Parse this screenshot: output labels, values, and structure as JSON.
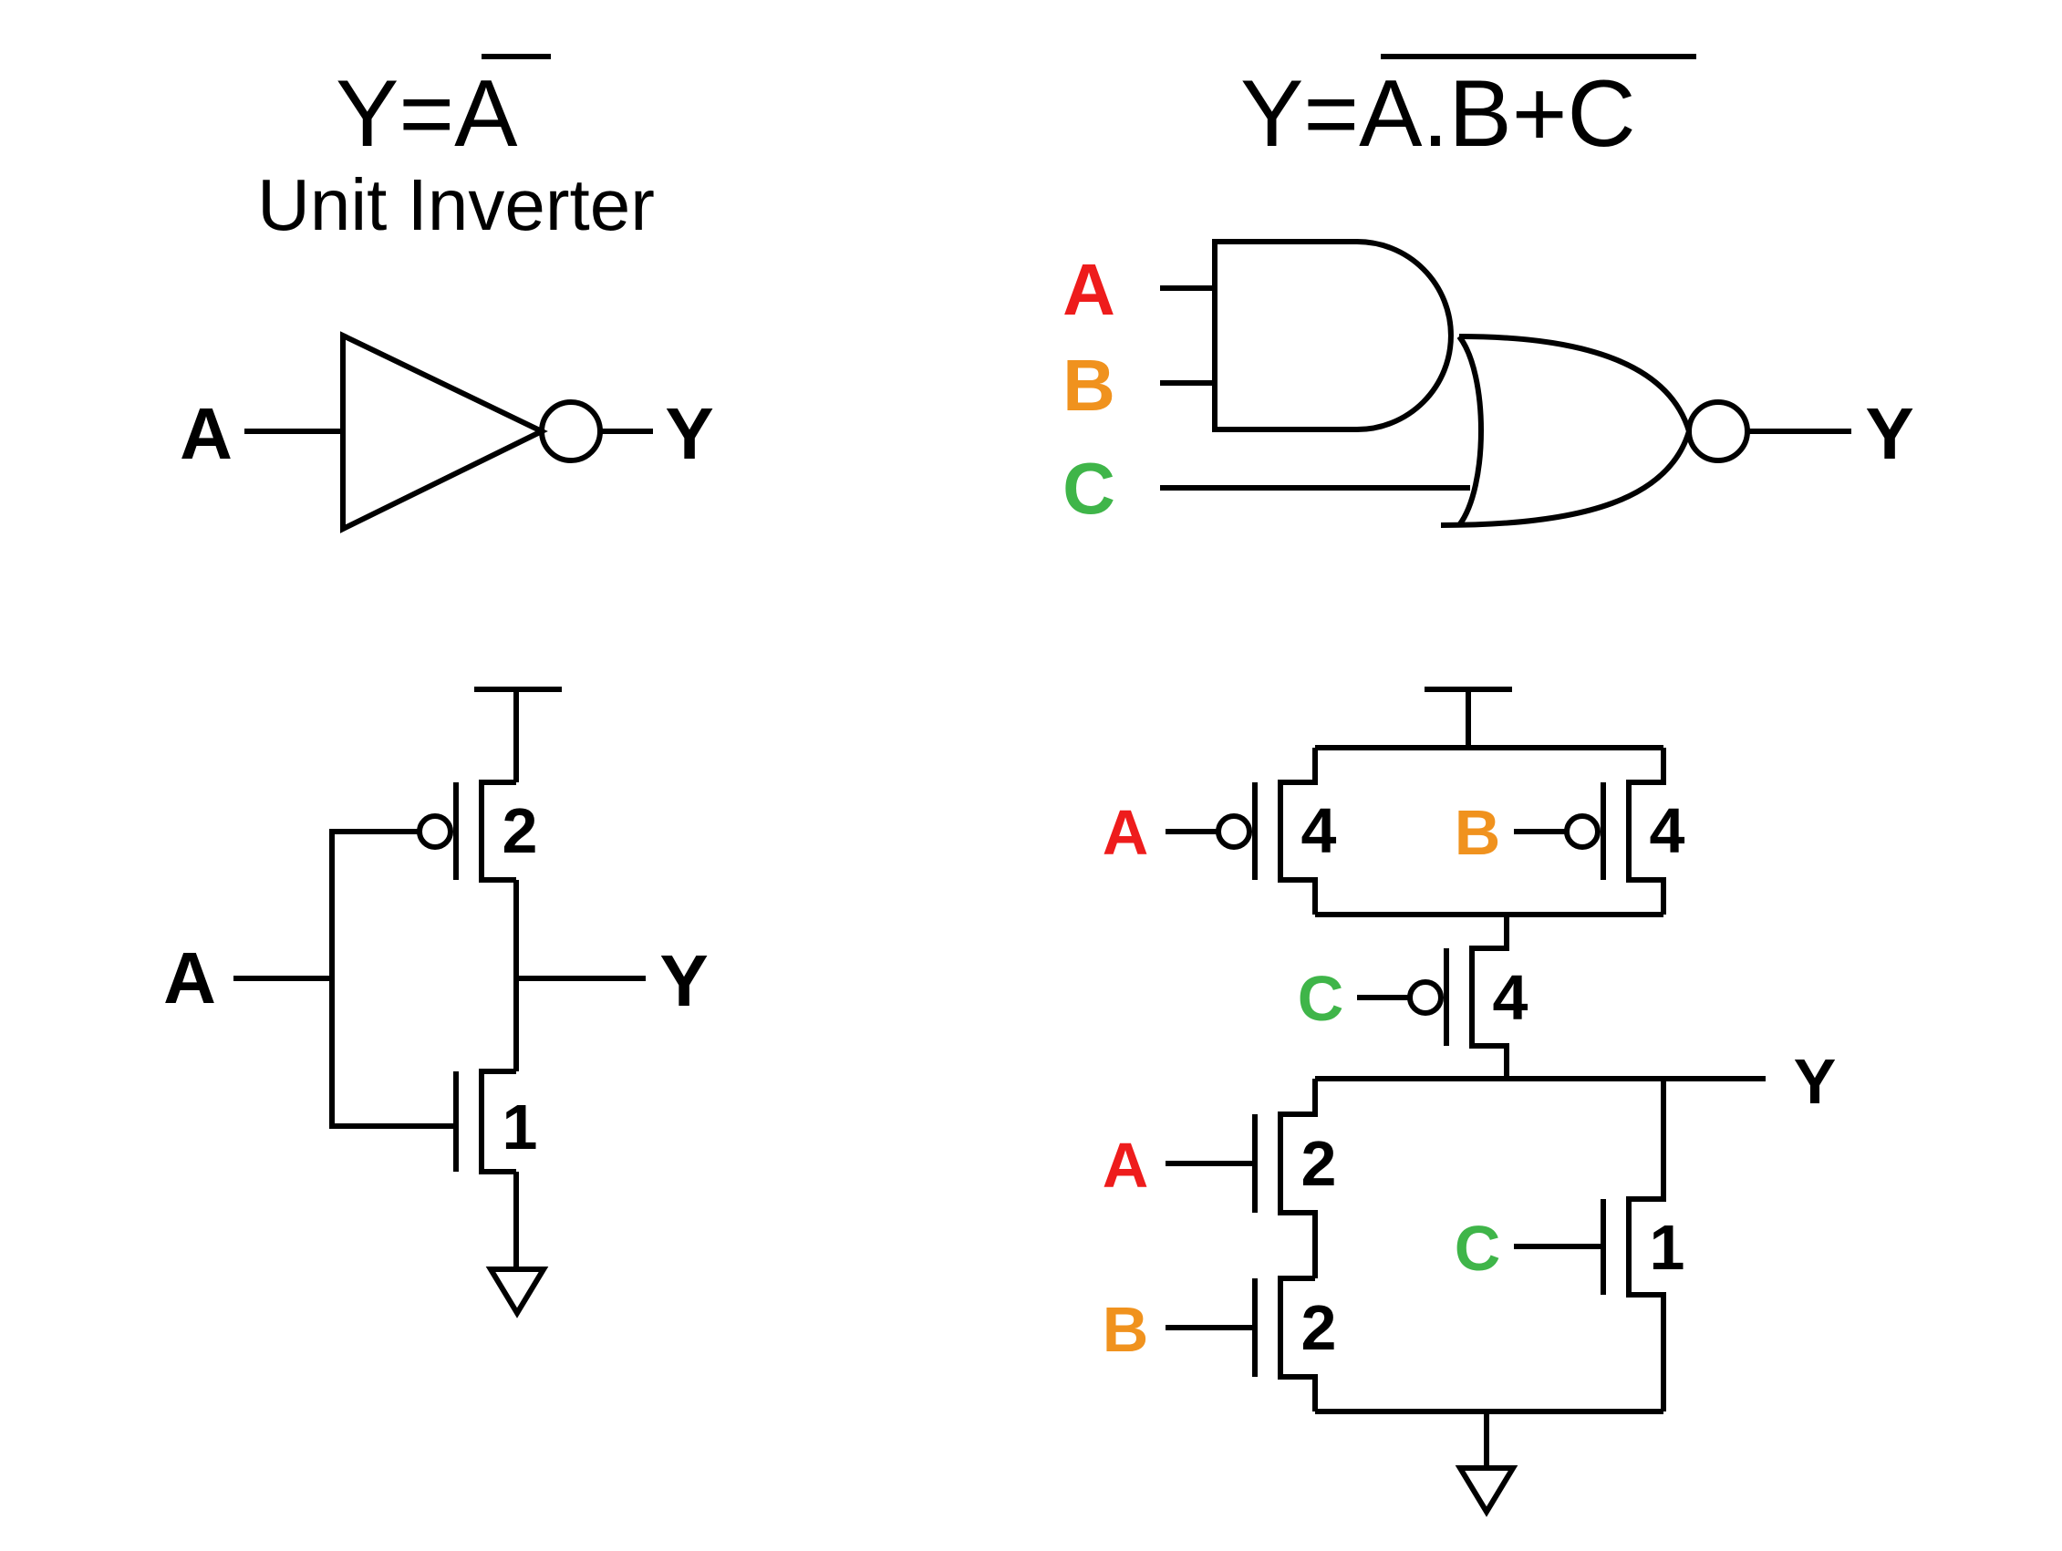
{
  "inverter": {
    "formula": "Y=A",
    "subtitle": "Unit Inverter",
    "input_label": "A",
    "output_label": "Y",
    "pmos_size": "2",
    "nmos_size": "1"
  },
  "aoi": {
    "formula": "Y=A.B+C",
    "gate_inputs": [
      "A",
      "B",
      "C"
    ],
    "output_label": "Y",
    "pull_up": [
      {
        "input": "A",
        "size": "4"
      },
      {
        "input": "B",
        "size": "4"
      },
      {
        "input": "C",
        "size": "4"
      }
    ],
    "pull_down": [
      {
        "input": "A",
        "size": "2"
      },
      {
        "input": "B",
        "size": "2"
      },
      {
        "input": "C",
        "size": "1"
      }
    ]
  },
  "colors": {
    "wire": "#000000",
    "A": "#ee1c1c",
    "B": "#f0921e",
    "C": "#3fb549"
  }
}
